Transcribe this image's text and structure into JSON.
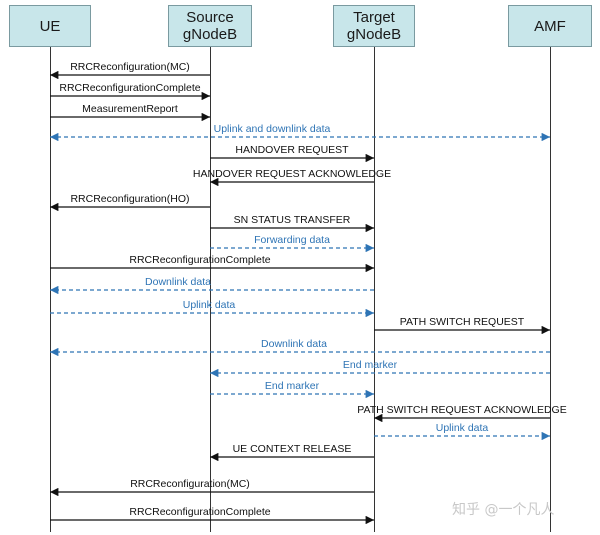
{
  "nodes": [
    {
      "id": "ue",
      "label": "UE"
    },
    {
      "id": "src",
      "label": "Source\ngNodeB"
    },
    {
      "id": "tgt",
      "label": "Target\ngNodeB"
    },
    {
      "id": "amf",
      "label": "AMF"
    }
  ],
  "messages": [
    {
      "from": "src",
      "to": "ue",
      "label": "RRCReconfiguration(MC)",
      "style": "solid"
    },
    {
      "from": "ue",
      "to": "src",
      "label": "RRCReconfigurationComplete",
      "style": "solid"
    },
    {
      "from": "ue",
      "to": "src",
      "label": "MeasurementReport",
      "style": "solid"
    },
    {
      "from": "ue",
      "to": "amf",
      "label": "Uplink and downlink data",
      "style": "dashed",
      "bidirectional": true
    },
    {
      "from": "src",
      "to": "tgt",
      "label": "HANDOVER REQUEST",
      "style": "solid"
    },
    {
      "from": "tgt",
      "to": "src",
      "label": "HANDOVER REQUEST ACKNOWLEDGE",
      "style": "solid"
    },
    {
      "from": "src",
      "to": "ue",
      "label": "RRCReconfiguration(HO)",
      "style": "solid"
    },
    {
      "from": "src",
      "to": "tgt",
      "label": "SN STATUS TRANSFER",
      "style": "solid"
    },
    {
      "from": "src",
      "to": "tgt",
      "label": "Forwarding data",
      "style": "dashed"
    },
    {
      "from": "ue",
      "to": "tgt",
      "label": "RRCReconfigurationComplete",
      "style": "solid"
    },
    {
      "from": "tgt",
      "to": "ue",
      "label": "Downlink data",
      "style": "dashed"
    },
    {
      "from": "ue",
      "to": "tgt",
      "label": "Uplink data",
      "style": "dashed"
    },
    {
      "from": "tgt",
      "to": "amf",
      "label": "PATH SWITCH REQUEST",
      "style": "solid"
    },
    {
      "from": "amf",
      "to": "ue",
      "label": "Downlink data",
      "style": "dashed"
    },
    {
      "from": "amf",
      "to": "src",
      "label": "End marker",
      "style": "dashed"
    },
    {
      "from": "src",
      "to": "tgt",
      "label": "End marker",
      "style": "dashed"
    },
    {
      "from": "amf",
      "to": "tgt",
      "label": "PATH SWITCH REQUEST ACKNOWLEDGE",
      "style": "solid"
    },
    {
      "from": "tgt",
      "to": "amf",
      "label": "Uplink data",
      "style": "dashed"
    },
    {
      "from": "tgt",
      "to": "src",
      "label": "UE CONTEXT RELEASE",
      "style": "solid"
    },
    {
      "from": "tgt",
      "to": "ue",
      "label": "RRCReconfiguration(MC)",
      "style": "solid"
    },
    {
      "from": "ue",
      "to": "tgt",
      "label": "RRCReconfigurationComplete",
      "style": "solid"
    }
  ],
  "colors": {
    "solid": "#111111",
    "dashed": "#2e74b5",
    "node_fill": "#c8e6ea"
  },
  "watermark": "知乎 @一个凡人"
}
